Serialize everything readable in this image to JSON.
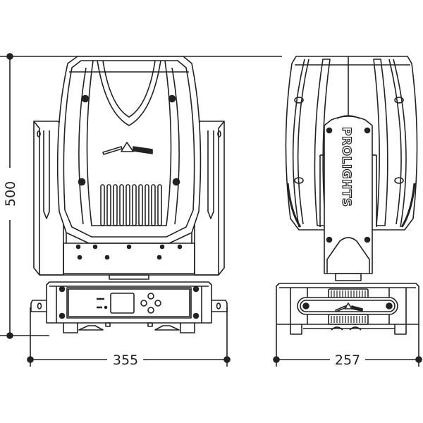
{
  "diagram": {
    "type": "technical-dimension-drawing",
    "subject": "moving head light fixture",
    "views": [
      {
        "name": "front-view",
        "label": "front"
      },
      {
        "name": "side-view",
        "label": "side"
      }
    ],
    "dimensions": {
      "height": {
        "value": "500",
        "orientation": "vertical"
      },
      "front_width": {
        "value": "355",
        "orientation": "horizontal"
      },
      "side_width": {
        "value": "257",
        "orientation": "horizontal"
      }
    },
    "brand_logo": "PROLIGHTS",
    "colors": {
      "line": "#222222",
      "background": "#ffffff"
    }
  }
}
